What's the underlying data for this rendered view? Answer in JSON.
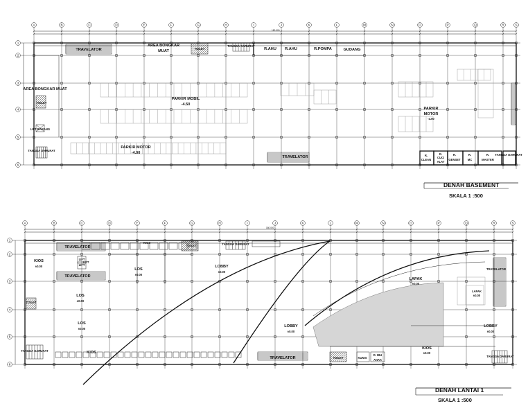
{
  "plans": [
    {
      "id": "basement",
      "title": "DENAH BASEMENT",
      "scale": "SKALA 1 :500",
      "col_labels": [
        "A",
        "B",
        "C",
        "D",
        "E",
        "F",
        "G",
        "H",
        "I",
        "J",
        "K",
        "L",
        "M",
        "N",
        "O",
        "P",
        "Q",
        "R",
        "S"
      ],
      "row_labels": [
        "1",
        "2",
        "3",
        "4",
        "5",
        "6"
      ],
      "overall_dim": "180.000",
      "rooms": [
        {
          "label": "TRAVELATOR"
        },
        {
          "label": "AREA BONGKAR"
        },
        {
          "label": "MUAT"
        },
        {
          "label": "TOILET"
        },
        {
          "label": "TANGGA DARURAT"
        },
        {
          "label": "R.AHU"
        },
        {
          "label": "R.AHU"
        },
        {
          "label": "R.POMPA"
        },
        {
          "label": "GUDANG"
        },
        {
          "label": "AREA BONGKAR MUAT"
        },
        {
          "label": "TOILET"
        },
        {
          "label": "LIFT BARANG"
        },
        {
          "label": "PARKIR MOBIL"
        },
        {
          "label": "-4.50"
        },
        {
          "label": "PARKIR"
        },
        {
          "label": "MOTOR"
        },
        {
          "label": "-4.00"
        },
        {
          "label": "TANGGA DARURAT"
        },
        {
          "label": "PARKIR MOTOR"
        },
        {
          "label": "-4.00"
        },
        {
          "label": "TRAVELATOR"
        },
        {
          "label": "R."
        },
        {
          "label": "CLEAN"
        },
        {
          "label": "R."
        },
        {
          "label": "CUCI"
        },
        {
          "label": "ALAT"
        },
        {
          "label": "R."
        },
        {
          "label": "GENSET"
        },
        {
          "label": "R."
        },
        {
          "label": "MC"
        },
        {
          "label": "R."
        },
        {
          "label": "MASTER"
        },
        {
          "label": "TANGGA DARURAT"
        }
      ]
    },
    {
      "id": "lantai1",
      "title": "DENAH LANTAI 1",
      "scale": "SKALA 1 :500",
      "col_labels": [
        "A",
        "B",
        "C",
        "D",
        "E",
        "F",
        "G",
        "H",
        "I",
        "J",
        "K",
        "L",
        "M",
        "N",
        "O",
        "P",
        "Q",
        "R",
        "S"
      ],
      "row_labels": [
        "1",
        "2",
        "3",
        "4",
        "5",
        "6"
      ],
      "overall_dim": "180.000",
      "rooms": [
        {
          "label": "TRAVELATOR"
        },
        {
          "label": "KIOS"
        },
        {
          "label": "±0.00"
        },
        {
          "label": "LIFT"
        },
        {
          "label": "LIFT"
        },
        {
          "label": "TRAVELATOR"
        },
        {
          "label": "KIOS"
        },
        {
          "label": "TOILET"
        },
        {
          "label": "TANGGA DARURAT"
        },
        {
          "label": "LOS"
        },
        {
          "label": "±0.00"
        },
        {
          "label": "LOBBY"
        },
        {
          "label": "±0.00"
        },
        {
          "label": "TOILET"
        },
        {
          "label": "LOS"
        },
        {
          "label": "±0.00"
        },
        {
          "label": "LOS"
        },
        {
          "label": "±0.00"
        },
        {
          "label": "LAPAK"
        },
        {
          "label": "±0.00"
        },
        {
          "label": "LAPAK"
        },
        {
          "label": "±0.00"
        },
        {
          "label": "TRAVELATOR"
        },
        {
          "label": "LOBBY"
        },
        {
          "label": "±0.00"
        },
        {
          "label": "LOBBY"
        },
        {
          "label": "±0.00"
        },
        {
          "label": "KIOS"
        },
        {
          "label": "±0.00"
        },
        {
          "label": "KIOS"
        },
        {
          "label": "TANGGA DARURAT"
        },
        {
          "label": "TRAVELATOR"
        },
        {
          "label": "TOILET"
        },
        {
          "label": "KUNIS"
        },
        {
          "label": "R. IBU"
        },
        {
          "label": "ANAK"
        },
        {
          "label": "TANGGA DARURAT"
        },
        {
          "label": "LIFT"
        }
      ]
    }
  ]
}
